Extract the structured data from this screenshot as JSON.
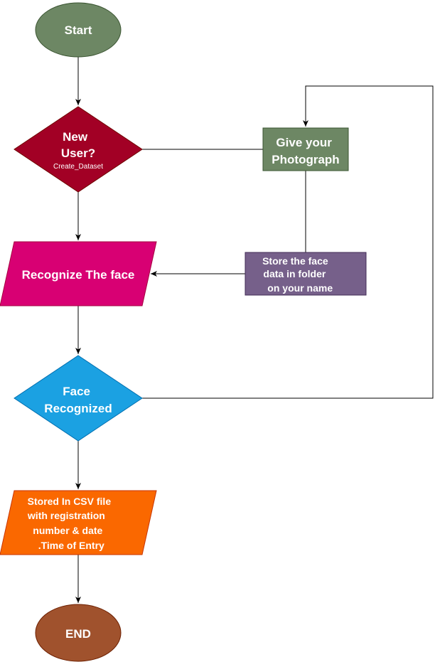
{
  "diagram": {
    "nodes": {
      "start": {
        "lines": [
          "Start"
        ],
        "fill": "#6d8764",
        "stroke": "#3a5431"
      },
      "new_user": {
        "lines": [
          "New",
          "User?"
        ],
        "sub": "Create_Dataset",
        "fill": "#a20025",
        "stroke": "#6f0000"
      },
      "give_photo": {
        "lines": [
          "Give your",
          "Photograph"
        ],
        "fill": "#6d8764",
        "stroke": "#3a5431"
      },
      "recognize": {
        "lines": [
          "Recognize The face"
        ],
        "fill": "#d80073",
        "stroke": "#a50040"
      },
      "store_face": {
        "lines": [
          "Store the face",
          "data in folder",
          " on your name"
        ],
        "fill": "#76608a",
        "stroke": "#432d57"
      },
      "face_recognized": {
        "lines": [
          "Face",
          "Recognized"
        ],
        "fill": "#1ba1e2",
        "stroke": "#006eaf"
      },
      "stored_csv": {
        "lines": [
          "Stored In CSV file",
          "with registration",
          " number & date",
          ".Time of Entry"
        ],
        "fill": "#fa6800",
        "stroke": "#c73500"
      },
      "end": {
        "lines": [
          "END"
        ],
        "fill": "#a0522d",
        "stroke": "#6d1f00"
      }
    },
    "edge_color": "#000000"
  }
}
